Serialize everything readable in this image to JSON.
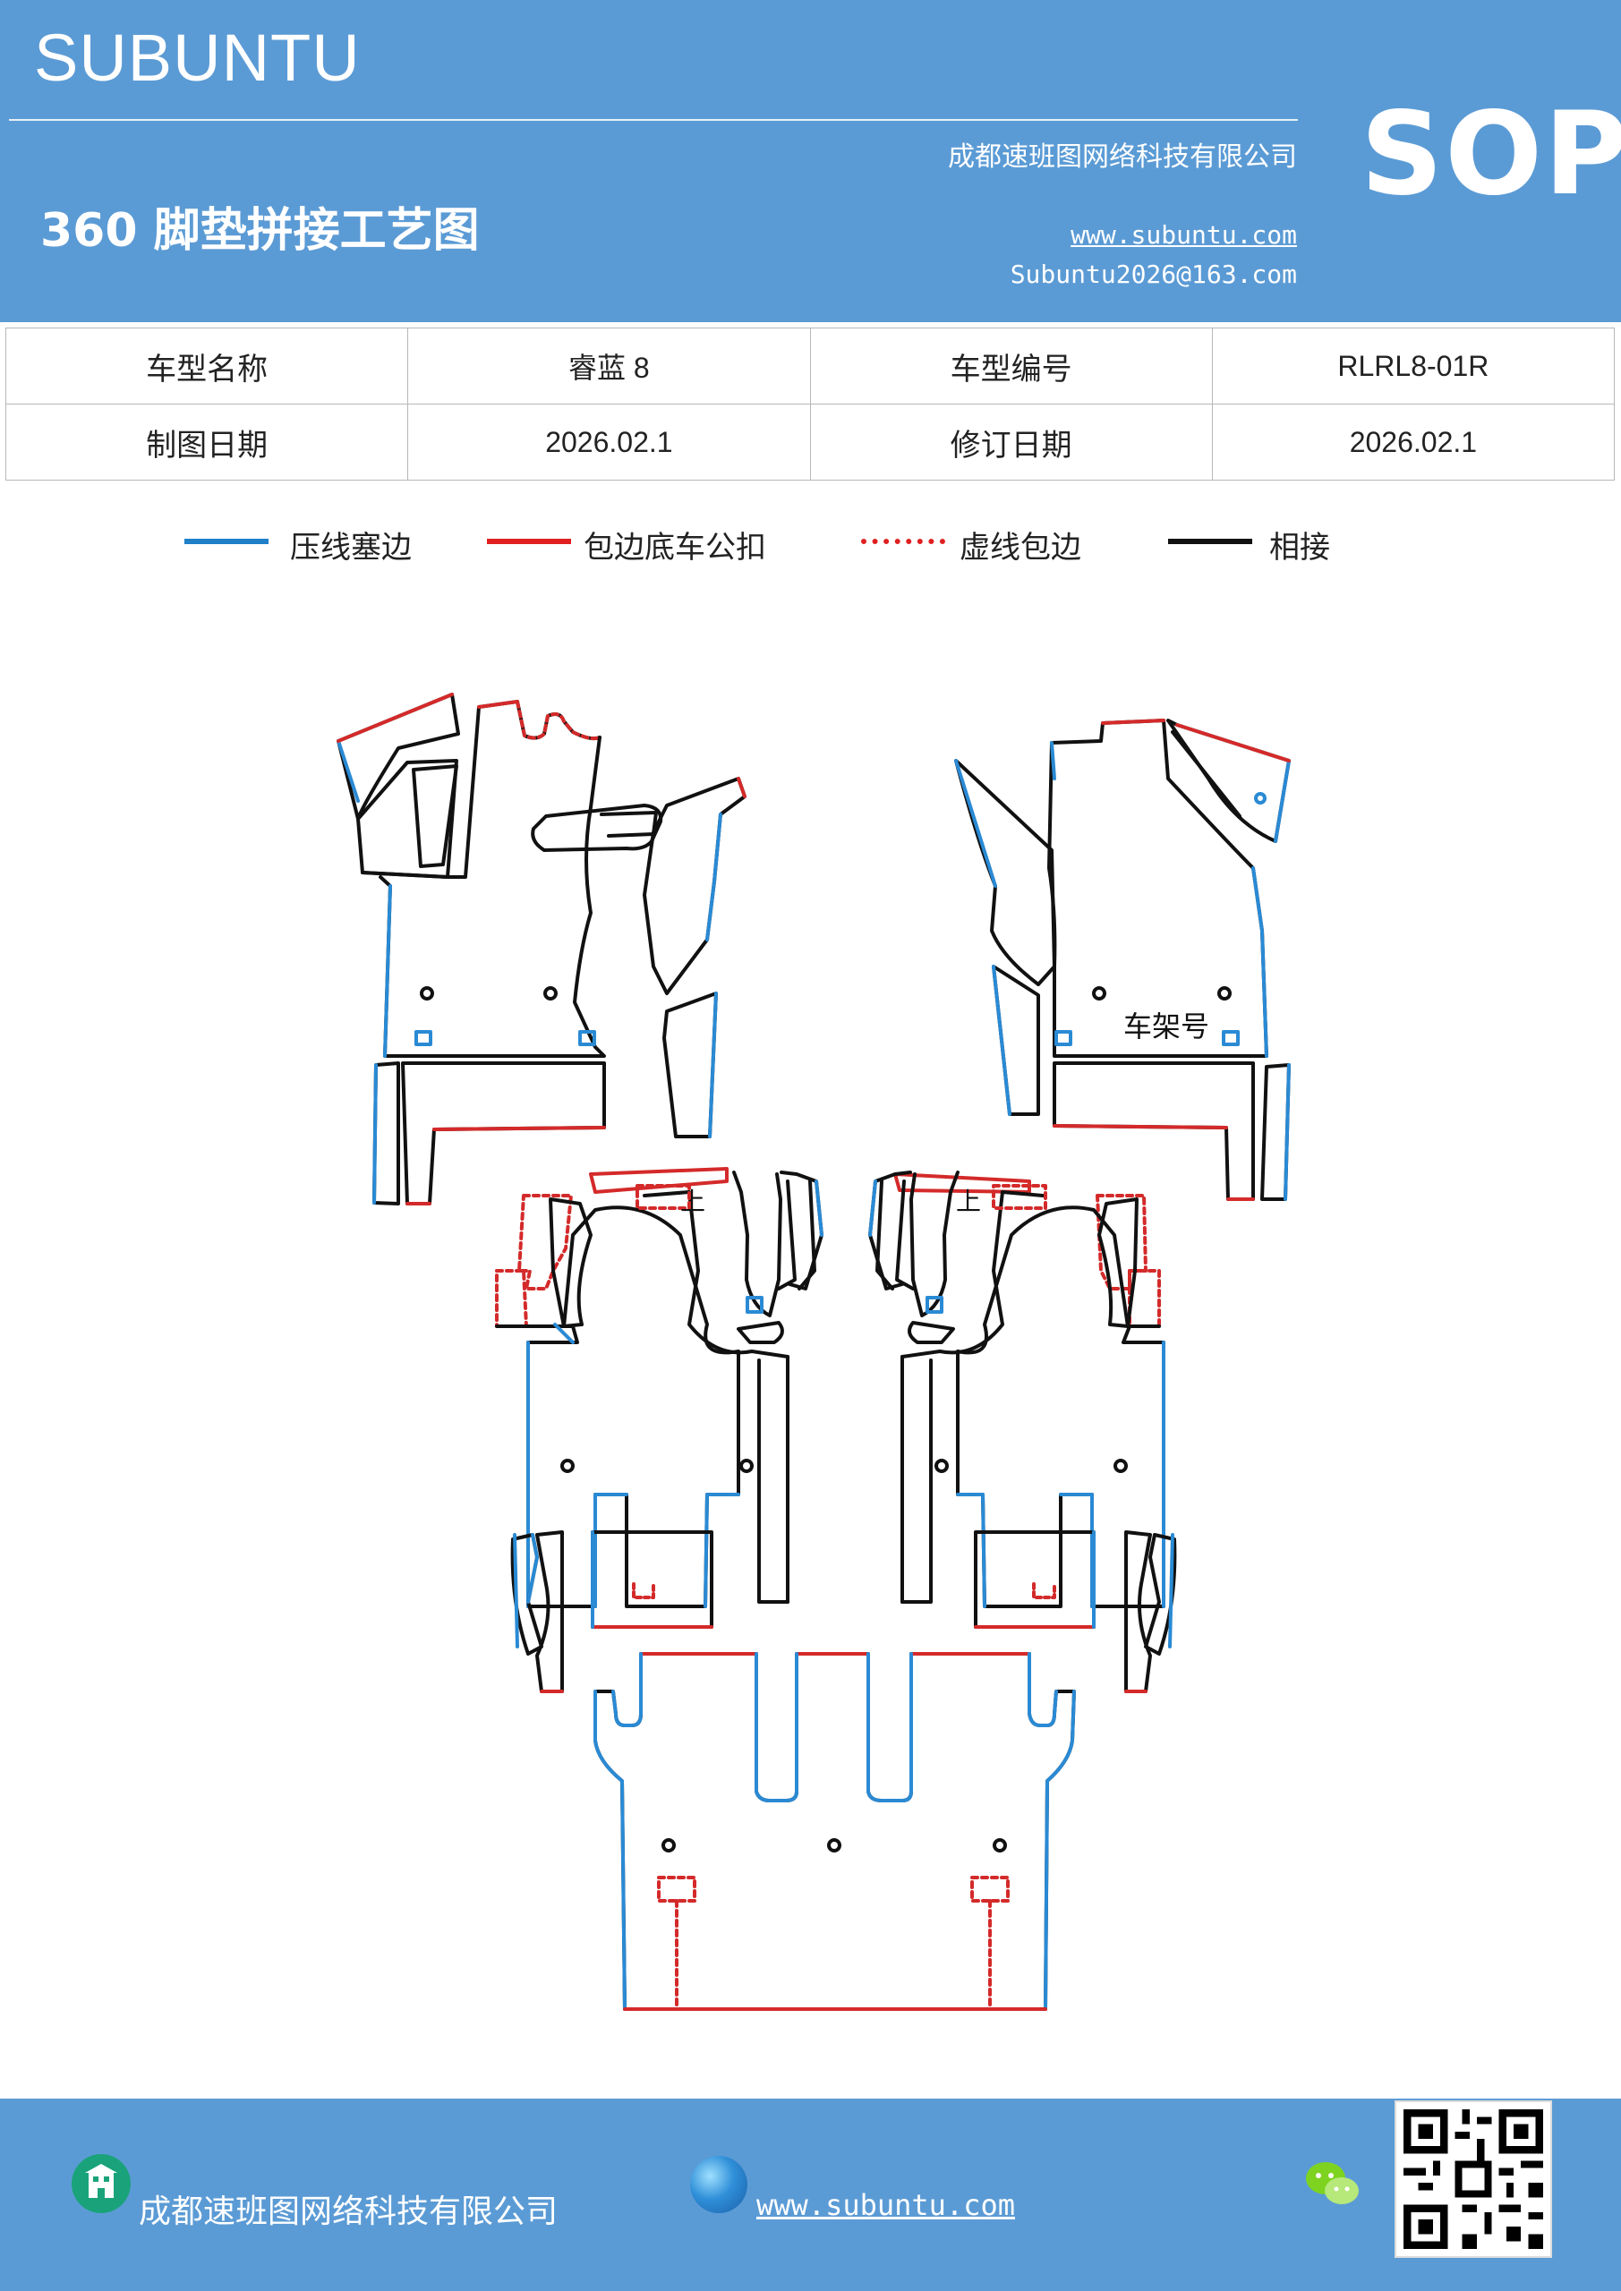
{
  "header": {
    "brand": "SUBUNTU",
    "company": "成都速班图网络科技有限公司",
    "title": "360 脚垫拼接工艺图",
    "website": "www.subuntu.com",
    "email": "Subuntu2026@163.com",
    "badge": "SOP"
  },
  "info_table": {
    "rows": [
      {
        "label1": "车型名称",
        "value1": "睿蓝 8",
        "label2": "车型编号",
        "value2": "RLRL8-01R"
      },
      {
        "label1": "制图日期",
        "value1": "2026.02.1",
        "label2": "修订日期",
        "value2": "2026.02.1"
      }
    ]
  },
  "legend": {
    "items": [
      {
        "label": "压线塞边",
        "color": "#1f7fc8",
        "style": "solid"
      },
      {
        "label": "包边底车公扣",
        "color": "#e02020",
        "style": "solid"
      },
      {
        "label": "虚线包边",
        "color": "#e02020",
        "style": "dotted"
      },
      {
        "label": "相接",
        "color": "#111111",
        "style": "solid"
      }
    ]
  },
  "diagram": {
    "vin_label": "车架号",
    "mark_up": "上",
    "colors": {
      "blue": "#2a8ad4",
      "red": "#d42a2a",
      "black": "#111111"
    }
  },
  "footer": {
    "company": "成都速班图网络科技有限公司",
    "website": "www.subuntu.com",
    "icons": [
      "building-icon",
      "globe-icon",
      "wechat-icon",
      "qr-code"
    ]
  }
}
